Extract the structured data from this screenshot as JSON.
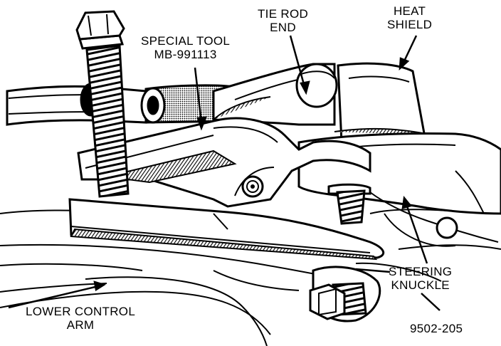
{
  "labels": {
    "special_tool": {
      "line1": "SPECIAL TOOL",
      "line2": "MB-991113"
    },
    "tie_rod_end": {
      "line1": "TIE ROD",
      "line2": "END"
    },
    "heat_shield": {
      "line1": "HEAT",
      "line2": "SHIELD"
    },
    "steering_knuckle": {
      "line1": "STEERING",
      "line2": "KNUCKLE"
    },
    "lower_control_arm": {
      "line1": "LOWER CONTROL",
      "line2": "ARM"
    },
    "figure_number": "9502-205"
  },
  "colors": {
    "ink": "#000000",
    "paper": "#ffffff",
    "shade": "#555555"
  }
}
